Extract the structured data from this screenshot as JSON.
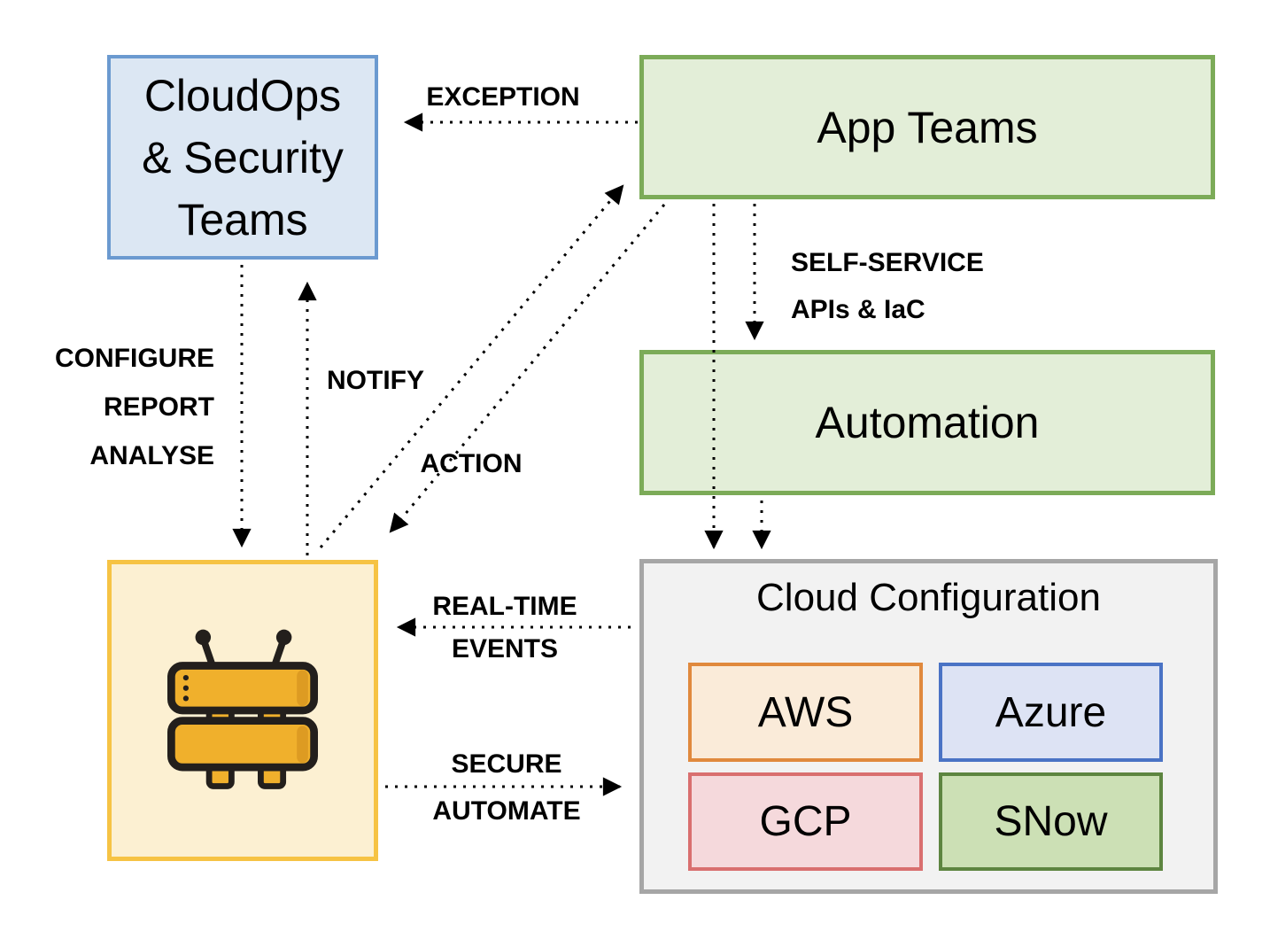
{
  "diagram": {
    "nodes": {
      "cloudops": {
        "label": "CloudOps & Security Teams"
      },
      "app_teams": {
        "label": "App Teams"
      },
      "automation": {
        "label": "Automation"
      },
      "agent": {
        "icon": "router-icon"
      },
      "cloud_config": {
        "title": "Cloud Configuration",
        "children": {
          "aws": {
            "label": "AWS"
          },
          "azure": {
            "label": "Azure"
          },
          "gcp": {
            "label": "GCP"
          },
          "snow": {
            "label": "SNow"
          }
        }
      }
    },
    "arrows": {
      "exception": {
        "label": "EXCEPTION",
        "from": "App Teams",
        "to": "CloudOps & Security Teams"
      },
      "self_service": {
        "lines": [
          "SELF-SERVICE",
          "APIs & IaC"
        ],
        "from": "App Teams",
        "to": "Automation"
      },
      "configure": {
        "lines": [
          "CONFIGURE",
          "REPORT",
          "ANALYSE"
        ],
        "from": "CloudOps & Security Teams",
        "to": "agent"
      },
      "notify": {
        "label": "NOTIFY",
        "from": "agent",
        "to": "CloudOps & Security Teams"
      },
      "action_up": {
        "label": "",
        "from": "agent",
        "to": "App Teams"
      },
      "action": {
        "label": "ACTION",
        "from": "App Teams",
        "to": "agent"
      },
      "app_to_cloud": {
        "label": "",
        "from": "App Teams",
        "to": "Cloud Configuration"
      },
      "auto_to_cloud": {
        "label": "",
        "from": "Automation",
        "to": "Cloud Configuration"
      },
      "realtime": {
        "lines": [
          "REAL-TIME",
          "EVENTS"
        ],
        "from": "Cloud Configuration",
        "to": "agent"
      },
      "secure": {
        "lines": [
          "SECURE",
          "AUTOMATE"
        ],
        "from": "agent",
        "to": "Cloud Configuration"
      }
    }
  },
  "colors": {
    "cloudops_fill": "#dce7f3",
    "cloudops_border": "#6b9ad0",
    "green_fill": "#e3eed8",
    "green_border": "#7cab58",
    "yellow_fill": "#fcf0d2",
    "yellow_border": "#f6c344",
    "gray_fill": "#f2f2f2",
    "gray_border": "#a6a6a6",
    "aws_fill": "#faebd9",
    "aws_border": "#e0893d",
    "azure_fill": "#dde3f4",
    "azure_border": "#4a73c5",
    "gcp_fill": "#f5d9dc",
    "gcp_border": "#d96f6f",
    "snow_fill": "#cce0b5",
    "snow_border": "#5d8540",
    "icon_amber": "#f0b02c",
    "icon_amber_dark": "#dd9b22",
    "icon_outline": "#231f1c",
    "arrow_color": "#000000"
  }
}
